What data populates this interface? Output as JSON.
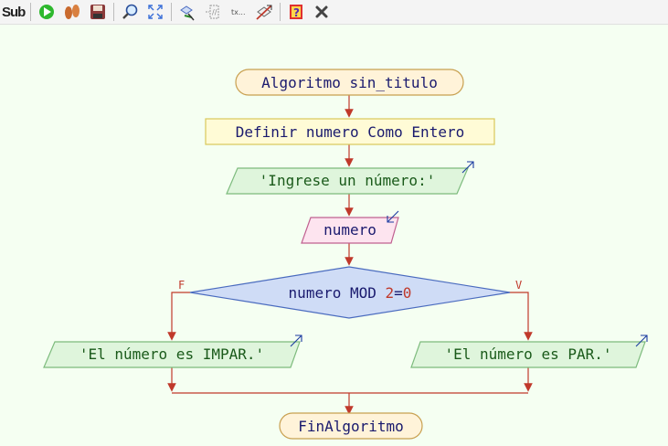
{
  "toolbar": {
    "sub_label": "Sub",
    "icons": [
      "run-icon",
      "step-icon",
      "save-icon",
      "search-icon",
      "fit-icon",
      "flow-edit-icon",
      "comment-icon",
      "text-icon",
      "edit-link-icon",
      "help-icon",
      "close-icon"
    ]
  },
  "flowchart": {
    "start": "Algoritmo sin_titulo",
    "define": "Definir numero Como Entero",
    "output_prompt": "'Ingrese un número:'",
    "input_var": "numero",
    "condition_expr": "numero MOD ",
    "condition_num": "2",
    "condition_eq": "=",
    "condition_zero": "0",
    "false_label": "F",
    "true_label": "V",
    "false_output": "'El número es IMPAR.'",
    "true_output": "'El número es PAR.'",
    "end": "FinAlgoritmo"
  },
  "colors": {
    "background": "#f5fff2",
    "connector": "#c0392b",
    "start_fill": "#fff3d9",
    "start_stroke": "#c8a050",
    "process_fill": "#fffbd6",
    "process_stroke": "#d8c85a",
    "output_fill": "#dff5dc",
    "output_stroke": "#7dbb7d",
    "input_fill": "#fde4ef",
    "input_stroke": "#c06090",
    "decision_fill": "#cfdcf6",
    "decision_stroke": "#4a6bbf",
    "number_color": "#c0392b"
  }
}
